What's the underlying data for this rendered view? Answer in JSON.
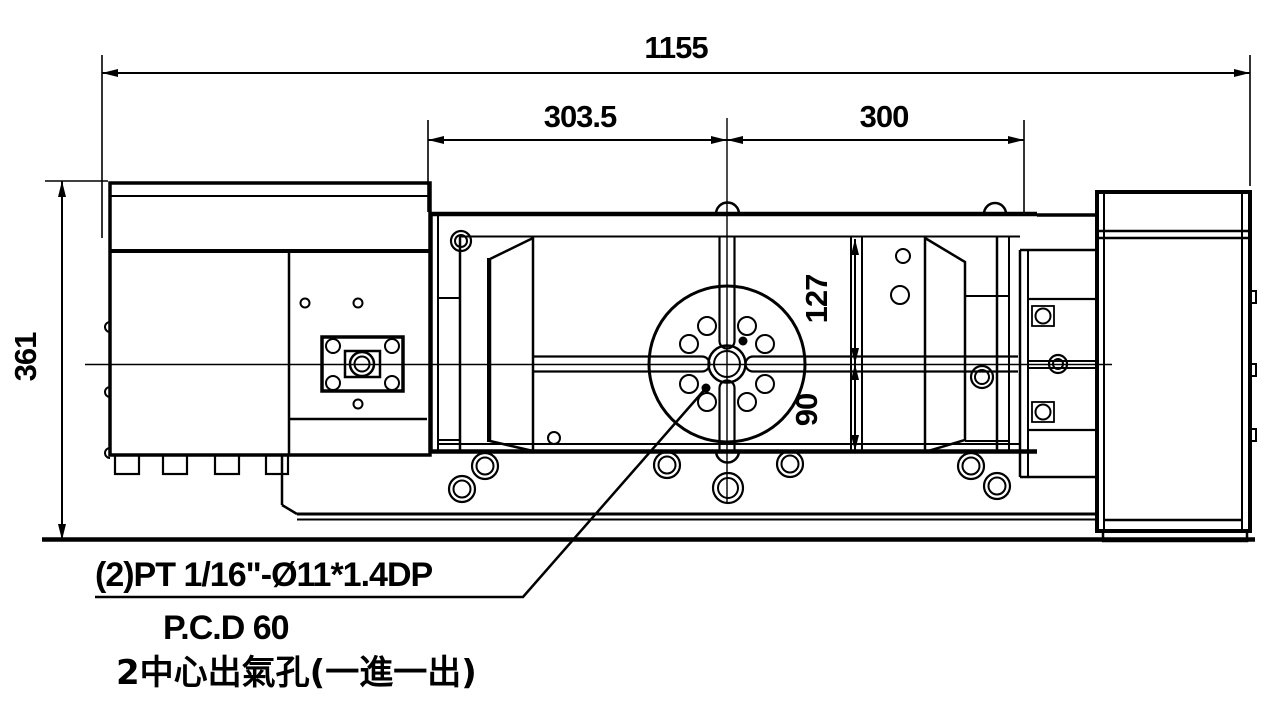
{
  "drawing": {
    "background": "#ffffff",
    "line_color": "#000000",
    "dimensions": {
      "overall_width": "1155",
      "left_span": "303.5",
      "right_span": "300",
      "body_height": "361",
      "upper_offset": "127",
      "lower_offset": "90"
    },
    "annotations": {
      "line1": "(2)PT 1/16\"-Ø11*1.4DP",
      "line2": "P.C.D 60",
      "line3": "2中心出氣孔(一進一出)"
    }
  }
}
